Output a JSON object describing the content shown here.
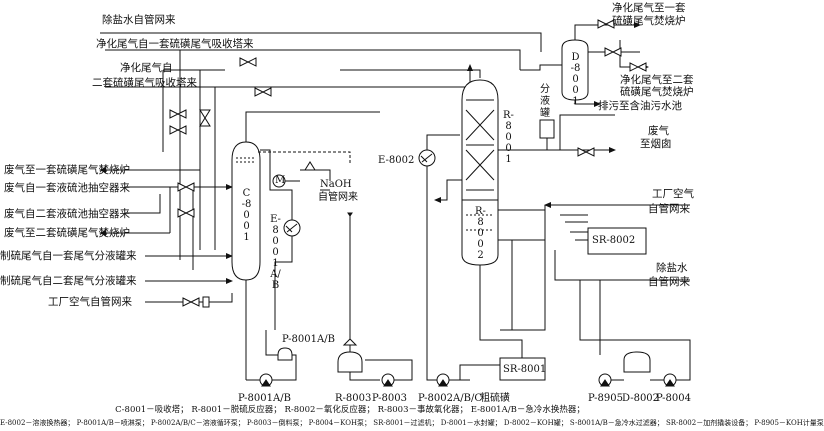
{
  "streams_in_left": {
    "desalted_water_top": "除盐水自管网来",
    "purified_tail_gas_1": "净化尾气自一套硫磺尾气吸收塔来",
    "purified_tail_gas_2_line1": "净化尾气自",
    "purified_tail_gas_2_line2": "二套硫磺尾气吸收塔来",
    "waste_gas_to_incinerator_1": "废气至一套硫磺尾气焚烧炉",
    "waste_gas_from_pump_1": "废气自一套液硫池抽空器来",
    "waste_gas_from_pump_2": "废气自二套液硫池抽空器来",
    "waste_gas_to_incinerator_2": "废气至二套硫磺尾气焚烧炉",
    "sulfur_tail_gas_1": "制硫尾气自一套尾气分液罐来",
    "sulfur_tail_gas_2": "制硫尾气自二套尾气分液罐来",
    "plant_air_left": "工厂空气自管网来"
  },
  "streams_right": {
    "purified_to_incinerator_1_line1": "净化尾气至一套",
    "purified_to_incinerator_1_line2": "硫磺尾气焚烧炉",
    "purified_to_incinerator_2_line1": "净化尾气至二套",
    "purified_to_incinerator_2_line2": "硫磺尾气焚烧炉",
    "drain_to_oily_pond": "排污至含油污水池",
    "waste_gas_to_chimney_line1": "废气",
    "waste_gas_to_chimney_line2": "至烟囱",
    "plant_air_right_line1": "工厂空气",
    "plant_air_right_line2": "自管网来",
    "desalted_water_right_line1": "除盐水",
    "desalted_water_right_line2": "自管网来"
  },
  "equipment": {
    "c8001": "C-8001",
    "e8001": "E-8001A/B",
    "p8001_spray": "P-8001A/B",
    "p8001_pump": "P-8001A/B",
    "naoh_line1": "NaOH",
    "naoh_line2": "自管网来",
    "r8003": "R-8003",
    "p8003": "P-8003",
    "p8002": "P-8002A/B/C",
    "crude_sulfur": "粗硫磺",
    "e8002": "E-8002",
    "r8001": "R-8001",
    "r8002": "R-8002",
    "d8001": "D-8001",
    "separator_line1": "分",
    "separator_line2": "液",
    "separator_line3": "罐",
    "sr8001": "SR-8001",
    "sr8002": "SR-8002",
    "p8905": "P-8905",
    "d8002": "D-8002",
    "p8004": "P-8004",
    "controller_m": "M"
  },
  "legend": {
    "line1": "C-8001－吸收塔；  R-8001－脱硫反应器；  R-8002－氧化反应器；  R-8003－事故氧化器；  E-8001A/B－急冷水换热器；",
    "line2": "E-8002－溶液换热器；  P-8001A/B－喷淋泵；  P-8002A/B/C－溶液循环泵；  P-8003－倒料泵；  P-8004－KOH泵；  SR-8001－过滤机；",
    "line3": "D-8001－水封罐；  D-8002－KOH罐；  S-8001A/B－急冷水过滤器；  SR-8002－加剂撬装设备；  P-8905－KOH计量泵"
  }
}
